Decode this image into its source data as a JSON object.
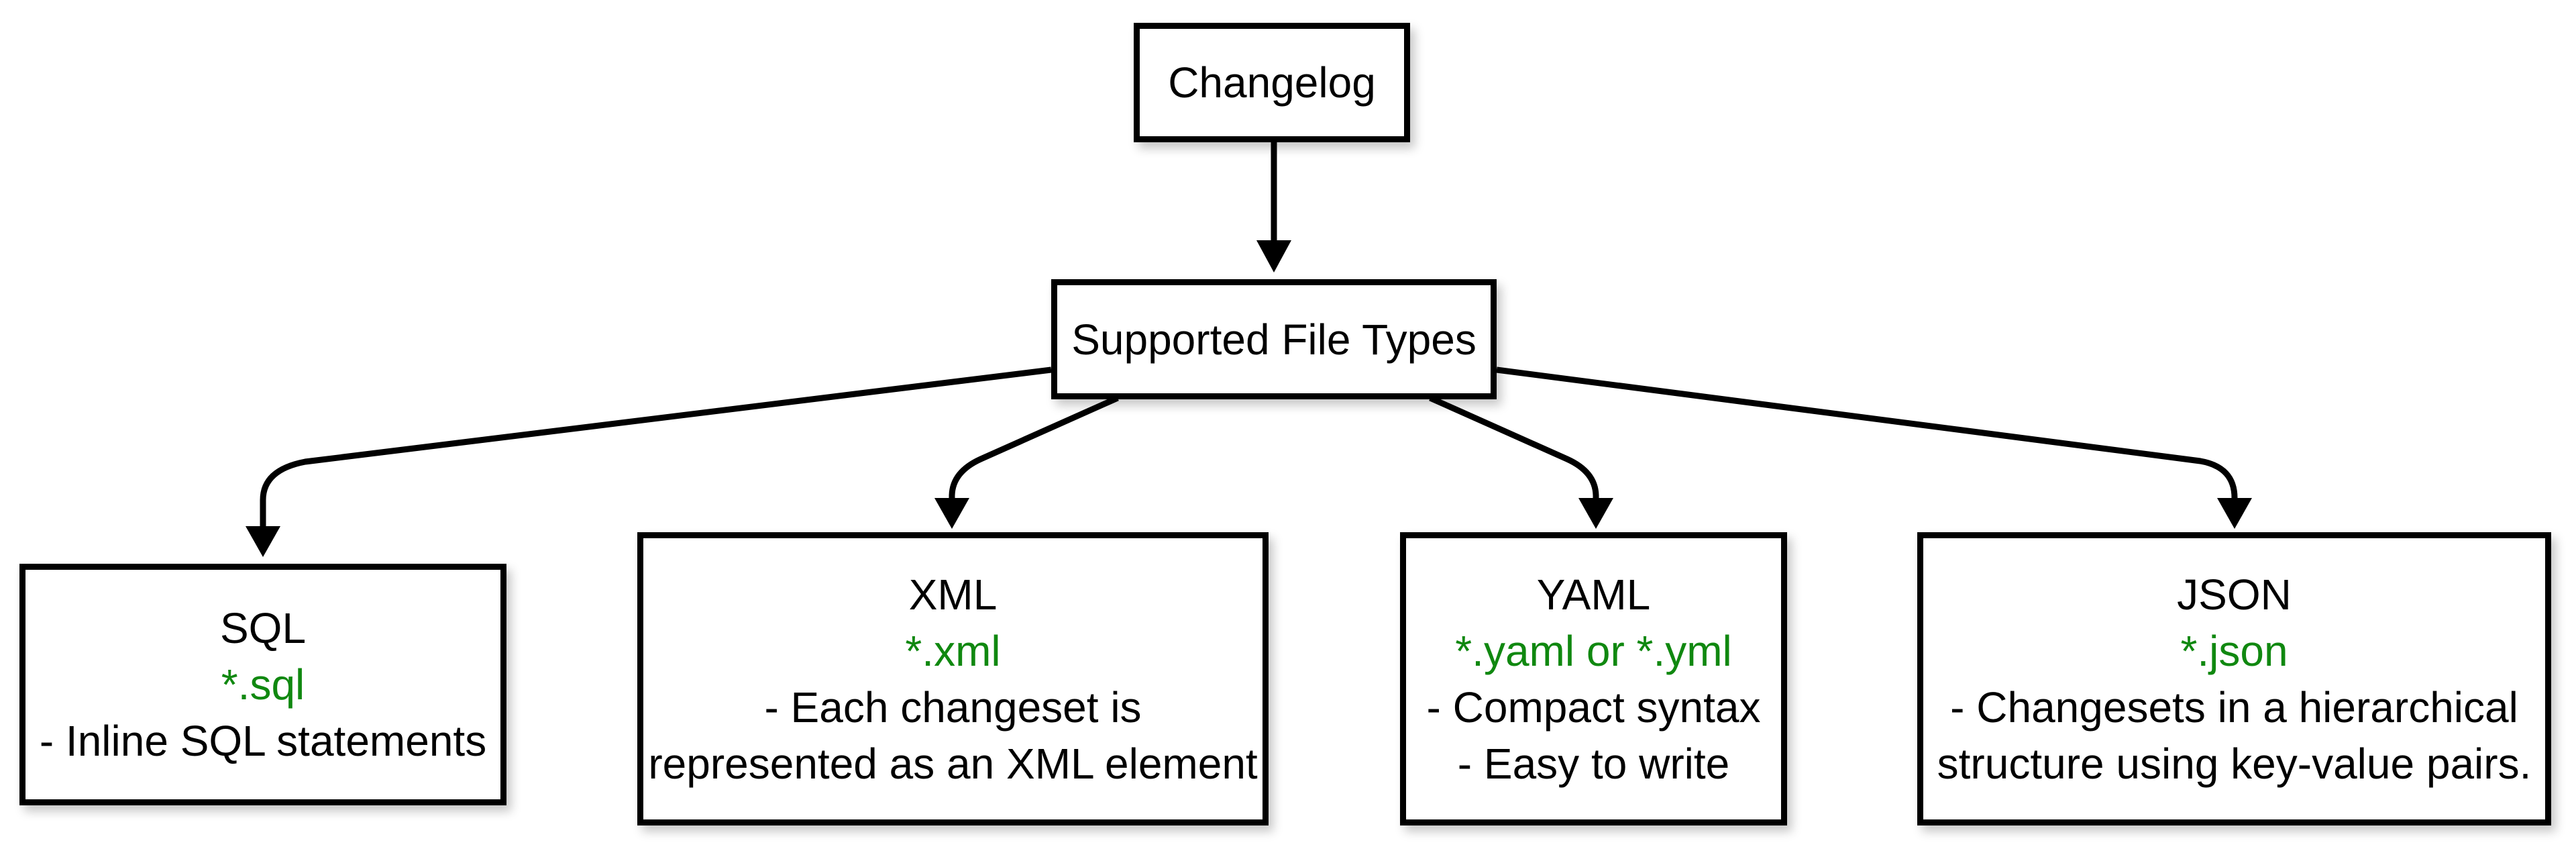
{
  "diagram": {
    "root": {
      "label": "Changelog"
    },
    "hub": {
      "label": "Supported File Types"
    },
    "colors": {
      "border": "#000000",
      "line": "#000000",
      "text": "#000000",
      "extension": "#108810",
      "fill": "#ffffff",
      "background": "#ffffff"
    },
    "nodes": [
      {
        "id": "sql",
        "title": "SQL",
        "extension": "*.sql",
        "description": [
          "- Inline SQL statements"
        ]
      },
      {
        "id": "xml",
        "title": "XML",
        "extension": "*.xml",
        "description": [
          "- Each changeset is",
          "represented as an XML element"
        ]
      },
      {
        "id": "yaml",
        "title": "YAML",
        "extension": "*.yaml or *.yml",
        "description": [
          "- Compact syntax",
          "- Easy to write"
        ]
      },
      {
        "id": "json",
        "title": "JSON",
        "extension": "*.json",
        "description": [
          "- Changesets in a hierarchical",
          "structure using key-value pairs."
        ]
      }
    ],
    "edges": [
      {
        "from": "Changelog",
        "to": "Supported File Types"
      },
      {
        "from": "Supported File Types",
        "to": "SQL"
      },
      {
        "from": "Supported File Types",
        "to": "XML"
      },
      {
        "from": "Supported File Types",
        "to": "YAML"
      },
      {
        "from": "Supported File Types",
        "to": "JSON"
      }
    ]
  }
}
